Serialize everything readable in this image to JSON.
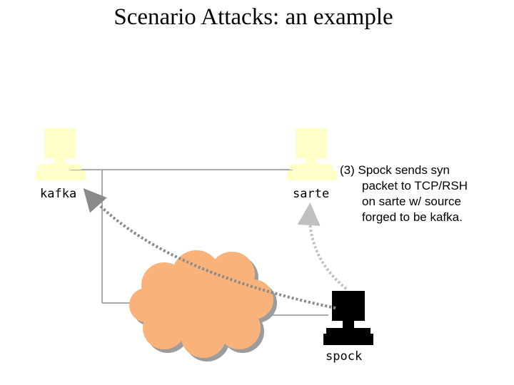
{
  "slide": {
    "title": "Scenario Attacks: an example"
  },
  "hosts": [
    {
      "id": "kafka",
      "label": "kafka",
      "color": "#ffffc8",
      "icon": "computer-icon"
    },
    {
      "id": "sarte",
      "label": "sarte",
      "color": "#ffffc8",
      "icon": "computer-icon"
    },
    {
      "id": "spock",
      "label": "spock",
      "color": "#000000",
      "icon": "computer-icon"
    }
  ],
  "network": {
    "icon": "cloud-icon",
    "color": "#f9b27a",
    "outline": "#999999"
  },
  "annotation": {
    "lines": [
      "(3) Spock sends syn",
      "packet to TCP/RSH",
      "on sarte w/ source",
      "forged to be kafka."
    ]
  },
  "arrows": [
    {
      "from": "spock",
      "to": "kafka",
      "style": "dotted",
      "color": "#8a8a8a"
    },
    {
      "from": "spock",
      "to": "sarte",
      "style": "dotted",
      "color": "#c0c0c0"
    }
  ]
}
